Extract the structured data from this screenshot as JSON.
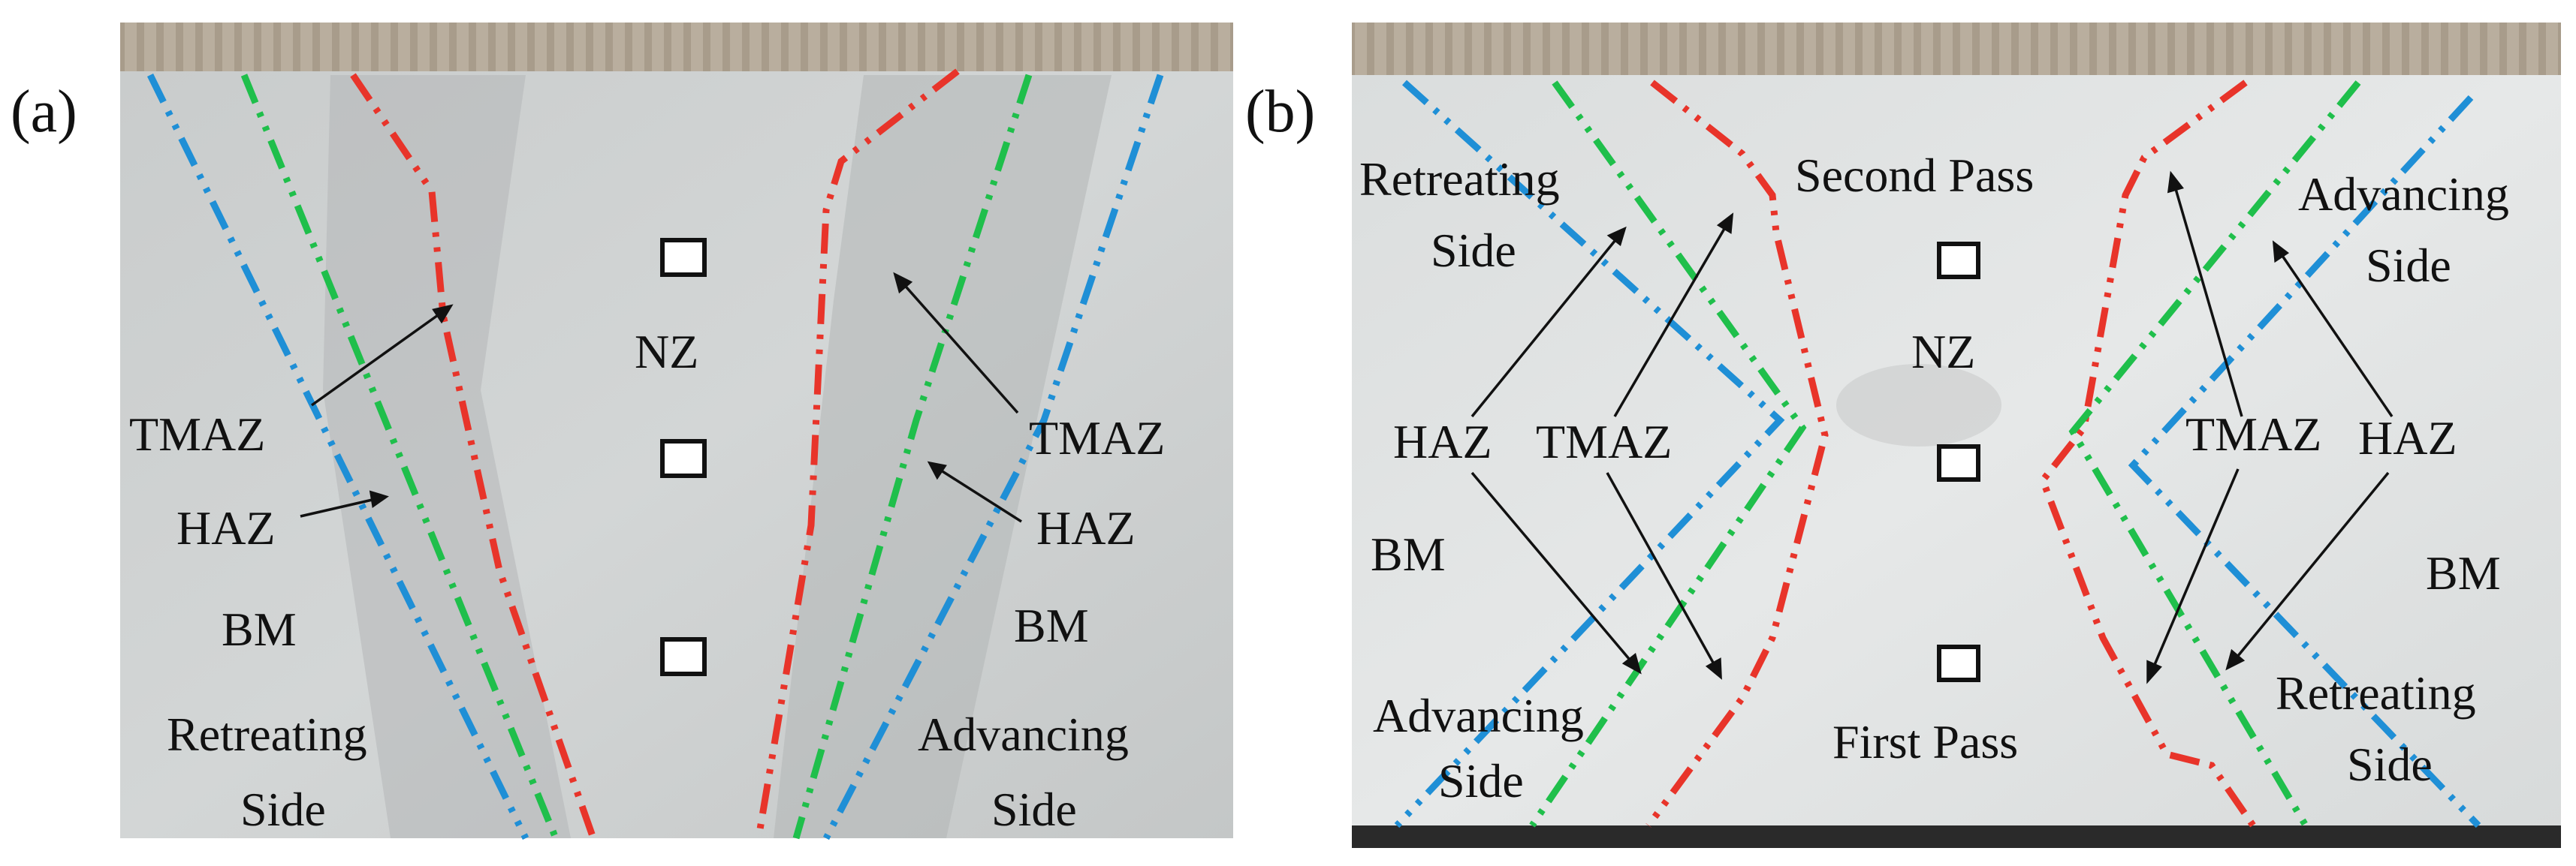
{
  "panels": [
    {
      "tag": "(a)",
      "labels": {
        "nz": "NZ",
        "tmaz_left": "TMAZ",
        "haz_left": "HAZ",
        "bm_left": "BM",
        "side_left_1": "Retreating",
        "side_left_2": "Side",
        "tmaz_right": "TMAZ",
        "haz_right": "HAZ",
        "bm_right": "BM",
        "side_right_1": "Advancing",
        "side_right_2": "Side"
      }
    },
    {
      "tag": "(b)",
      "labels": {
        "top_left_1": "Retreating",
        "top_left_2": "Side",
        "second_pass": "Second Pass",
        "top_right_1": "Advancing",
        "top_right_2": "Side",
        "nz": "NZ",
        "haz_left": "HAZ",
        "tmaz_left": "TMAZ",
        "tmaz_right": "TMAZ",
        "haz_right": "HAZ",
        "bm_left": "BM",
        "bm_right": "BM",
        "bottom_left_1": "Advancing",
        "bottom_left_2": "Side",
        "first_pass": "First Pass",
        "bottom_right_1": "Retreating",
        "bottom_right_2": "Side"
      }
    }
  ],
  "colors": {
    "tmaz_boundary": "#e8342a",
    "haz_boundary": "#1fbf4b",
    "bm_boundary": "#1f8fd6",
    "specimen": "#cfd2d2",
    "background": "#ffffff"
  }
}
